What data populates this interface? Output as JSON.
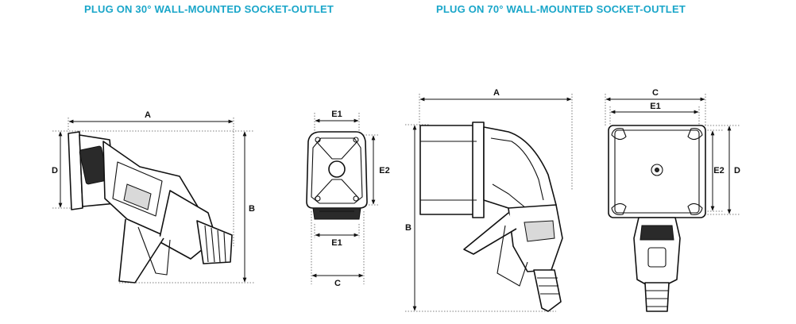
{
  "titles": {
    "left": "PLUG ON 30° WALL-MOUNTED SOCKET-OUTLET",
    "right": "PLUG ON 70° WALL-MOUNTED SOCKET-OUTLET"
  },
  "dimension_labels": {
    "a": "A",
    "b": "B",
    "c": "C",
    "d": "D",
    "e1": "E1",
    "e2": "E2"
  },
  "colors": {
    "title": "#1aa6c9",
    "line": "#111111"
  }
}
